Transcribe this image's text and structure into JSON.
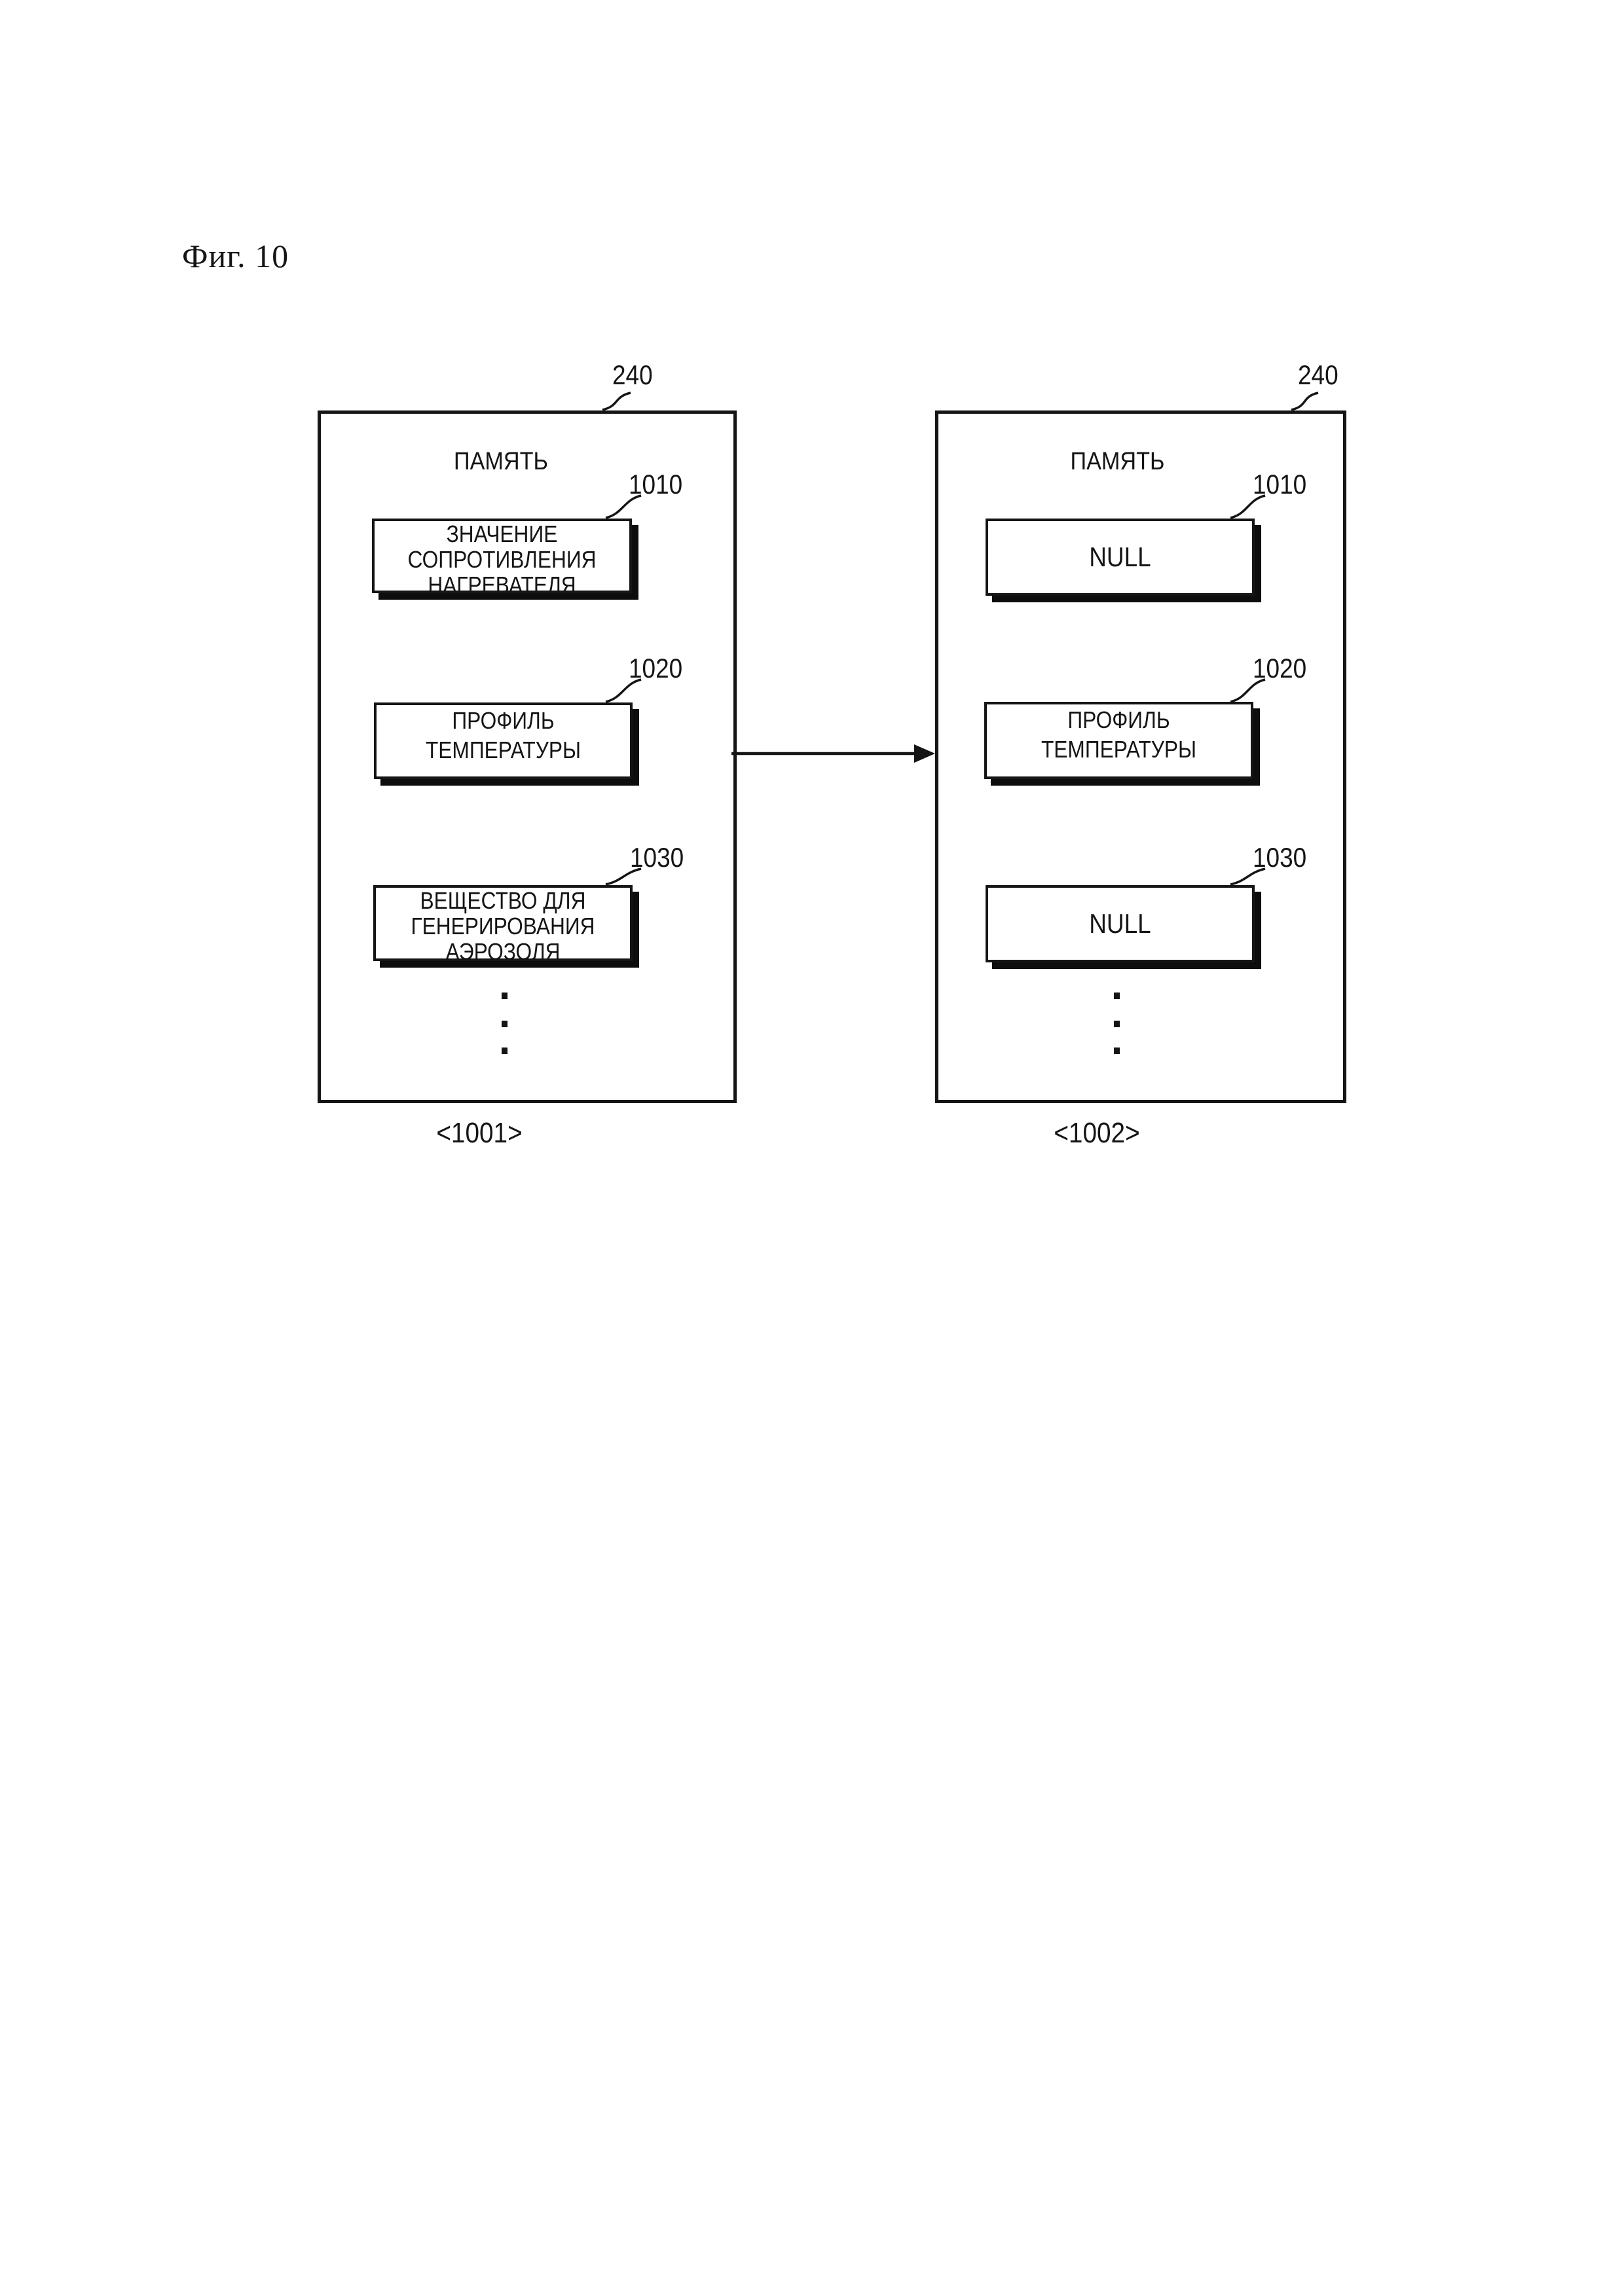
{
  "figure_label": "Фиг. 10",
  "colors": {
    "ink": "#151515",
    "paper": "#ffffff",
    "shadow": "#0d0d0d"
  },
  "arrow": {
    "description": "horizontal arrow from left memory block to right memory block"
  },
  "memory_before": {
    "ref": "240",
    "title": "ПАМЯТЬ",
    "caption": "<1001>",
    "slots": [
      {
        "ref": "1010",
        "lines": [
          "ЗНАЧЕНИЕ",
          "СОПРОТИВЛЕНИЯ",
          "НАГРЕВАТЕЛЯ"
        ]
      },
      {
        "ref": "1020",
        "lines": [
          "ПРОФИЛЬ",
          "ТЕМПЕРАТУРЫ"
        ]
      },
      {
        "ref": "1030",
        "lines": [
          "ВЕЩЕСТВО ДЛЯ",
          "ГЕНЕРИРОВАНИЯ",
          "АЭРОЗОЛЯ"
        ]
      }
    ]
  },
  "memory_after": {
    "ref": "240",
    "title": "ПАМЯТЬ",
    "caption": "<1002>",
    "slots": [
      {
        "ref": "1010",
        "lines": [
          "NULL"
        ]
      },
      {
        "ref": "1020",
        "lines": [
          "ПРОФИЛЬ",
          "ТЕМПЕРАТУРЫ"
        ]
      },
      {
        "ref": "1030",
        "lines": [
          "NULL"
        ]
      }
    ]
  }
}
